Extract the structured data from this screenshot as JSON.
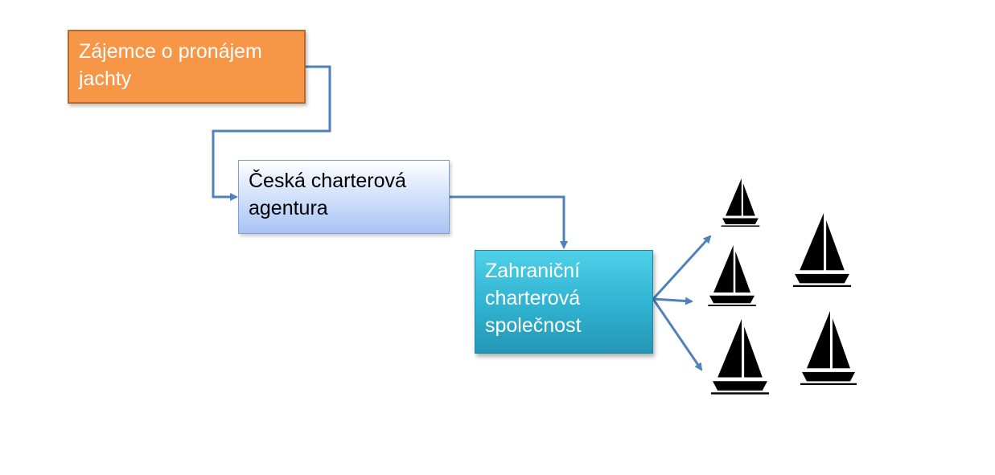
{
  "nodes": {
    "client": {
      "label": "Zájemce o pronájem jachty"
    },
    "agency": {
      "label": "Česká charterová agentura"
    },
    "company": {
      "label": "Zahraniční charterová společnost"
    }
  },
  "colors": {
    "connector": "#4f81bd",
    "client_fill": "#f79646",
    "company_fill": "#31b6d4",
    "yacht": "#000000"
  },
  "icons": [
    "yacht-icon",
    "yacht-icon",
    "yacht-icon",
    "yacht-icon",
    "yacht-icon"
  ]
}
